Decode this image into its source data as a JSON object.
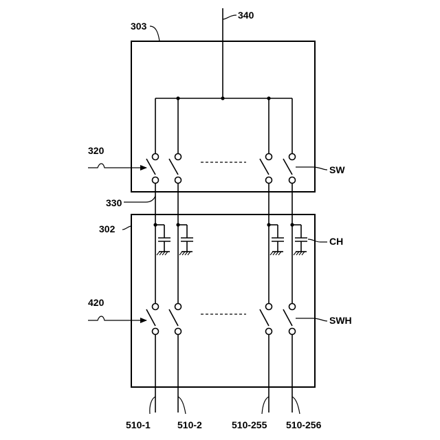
{
  "labels": {
    "block_top": "303",
    "block_bottom": "302",
    "input_line": "340",
    "control_top": "320",
    "control_bottom": "420",
    "connection": "330",
    "switch_group": "SW",
    "capacitor_group": "CH",
    "hold_switch_group": "SWH",
    "out_1": "510-1",
    "out_2": "510-2",
    "out_255": "510-255",
    "out_256": "510-256"
  }
}
